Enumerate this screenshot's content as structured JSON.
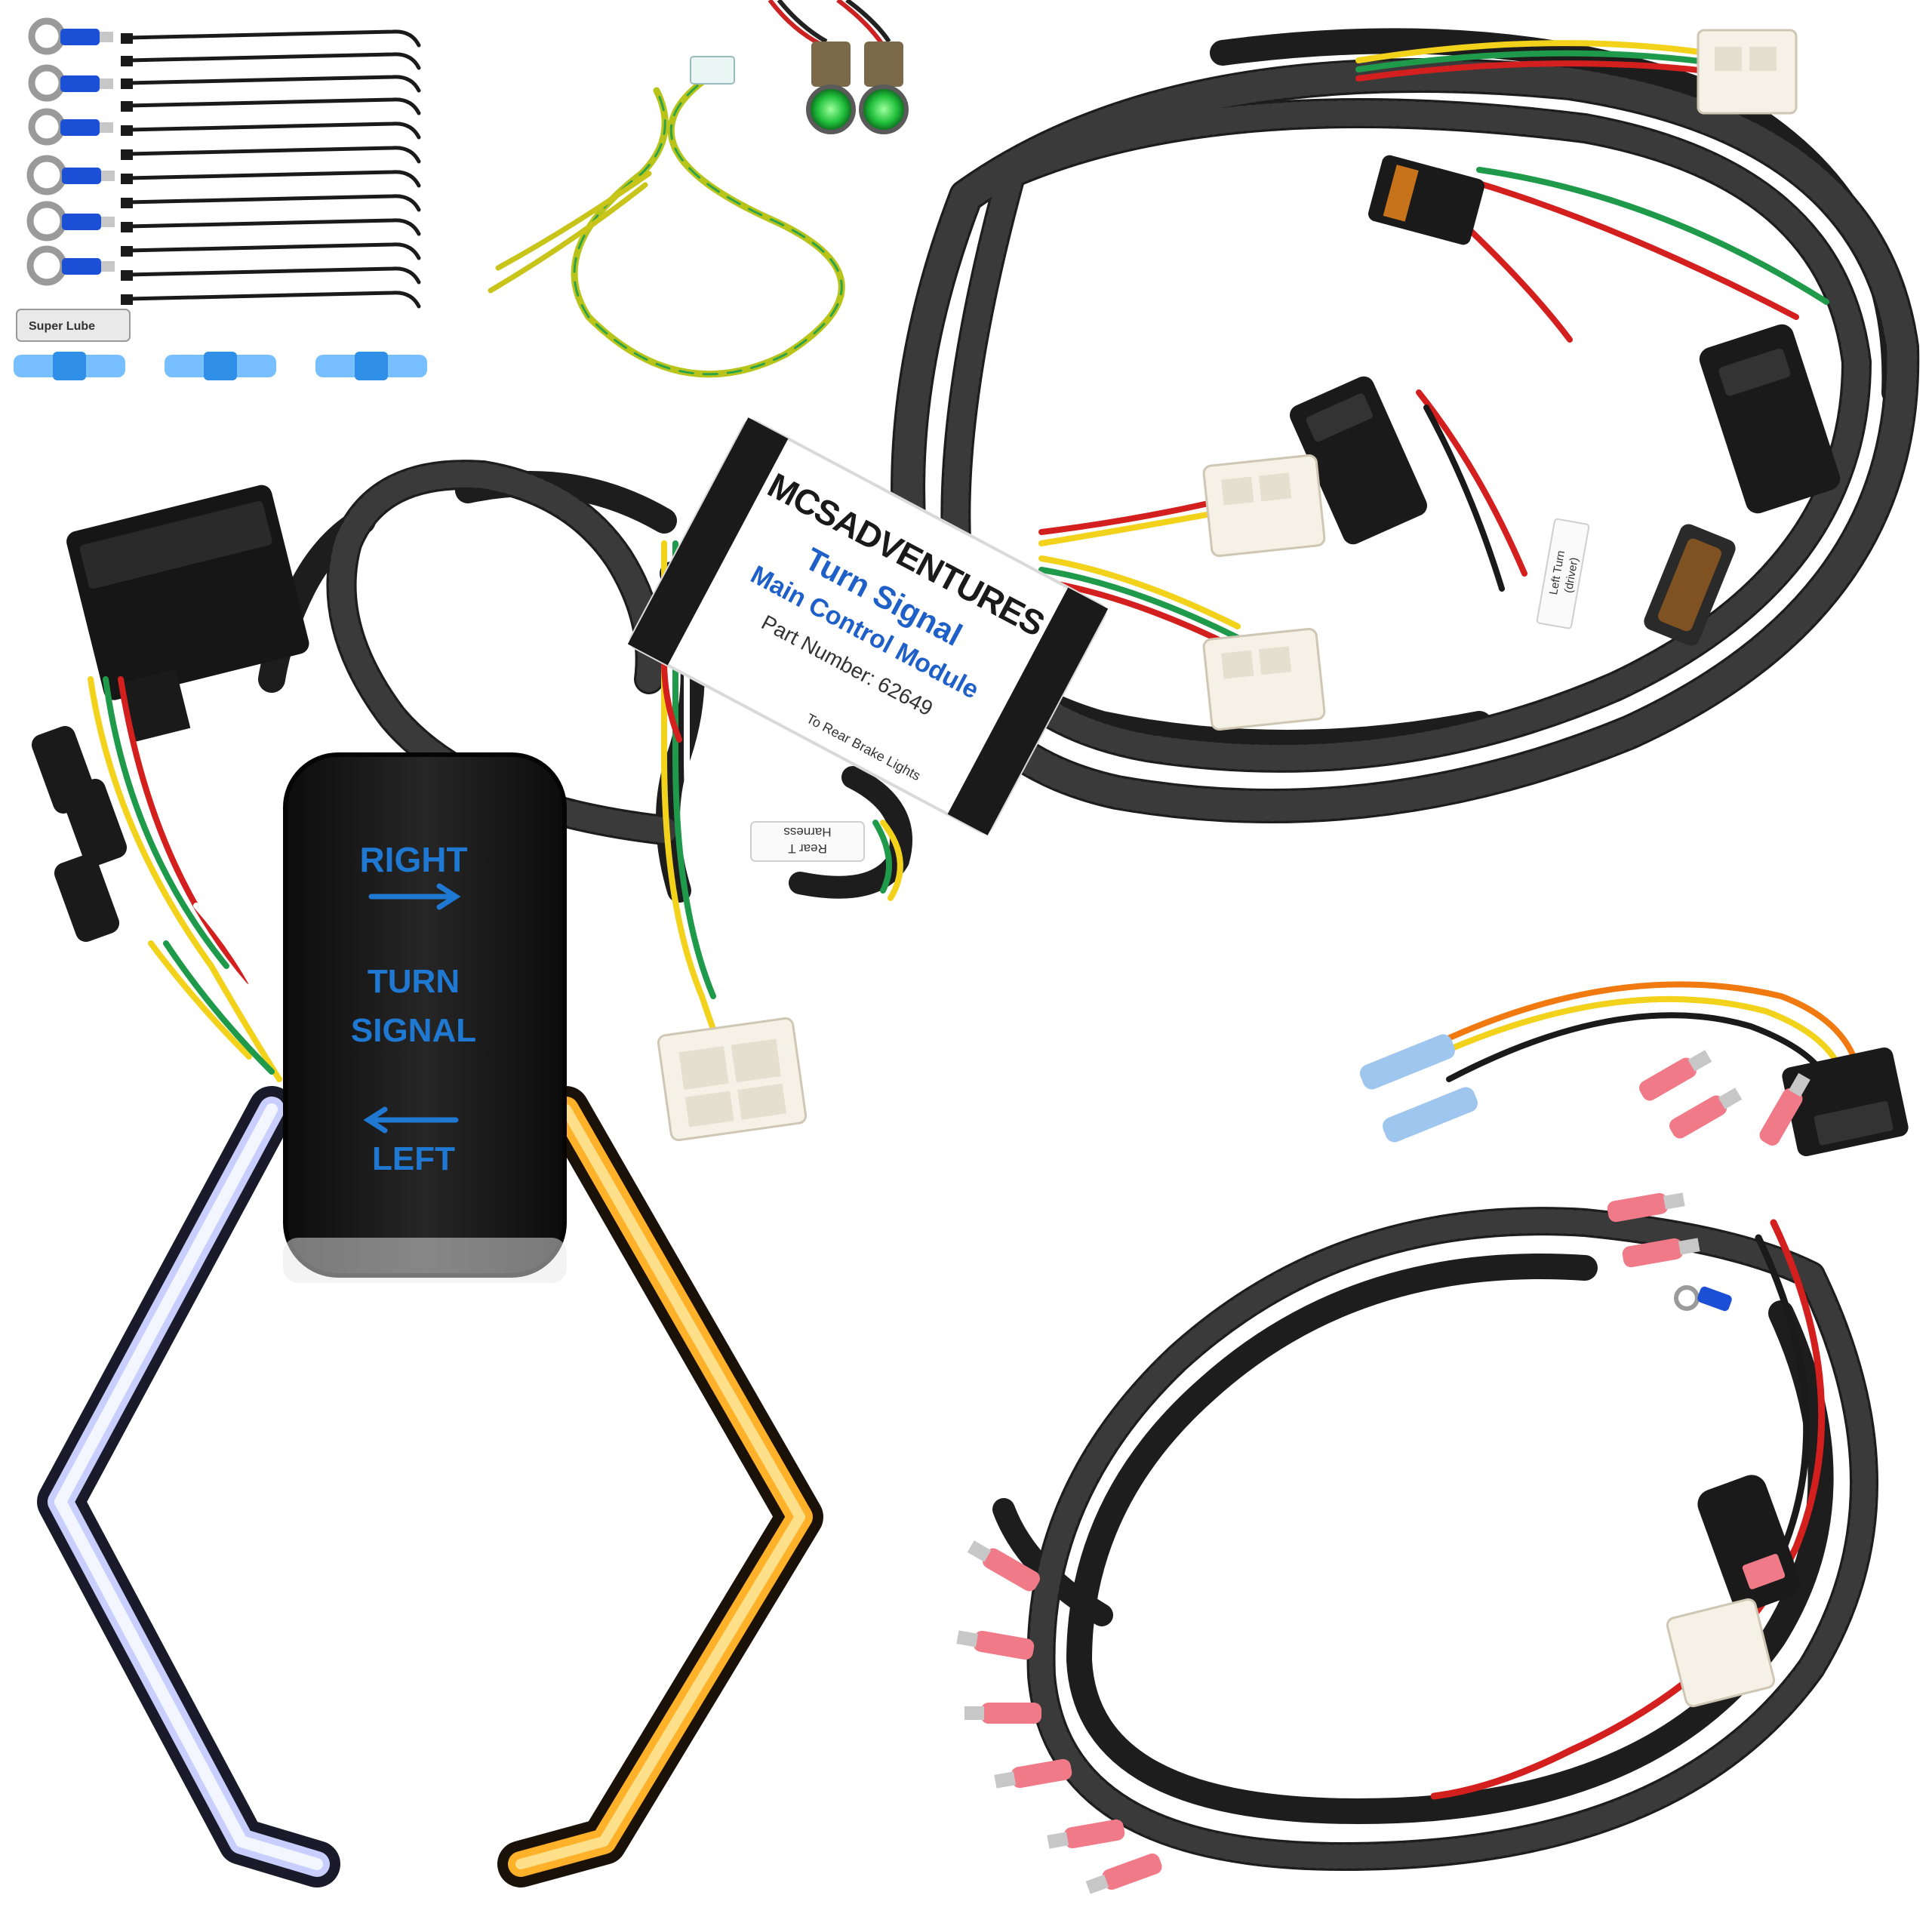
{
  "image": {
    "alt": "Turn signal kit: rocker switch, main control module, wiring harnesses, LED light strips and hardware"
  },
  "switch": {
    "right_label": "RIGHT",
    "turn_label": "TURN",
    "signal_label": "SIGNAL",
    "left_label": "LEFT",
    "legend_color": "#1f78d1"
  },
  "module": {
    "brand": "MCSADVENTURES",
    "title": "Turn Signal",
    "subtitle": "Main Control Module",
    "part_number": "Part Number: 62649",
    "side_label": "To Rear Brake Lights"
  },
  "harness_tags": {
    "rear": "Rear T",
    "rear_line2": "Harness",
    "left_turn": "Left Turn",
    "left_turn_line2": "(driver)"
  },
  "small_parts": {
    "lube_label": "Super Lube"
  },
  "colors": {
    "loom": "#1d1d1d",
    "white_led": "#f4f6ff",
    "amber_led": "#ffb12a",
    "blue_terminal": "#1b4fd6",
    "pink_terminal": "#f07a88",
    "wire_red": "#d41f1f",
    "wire_yellow": "#f2d21a",
    "wire_green": "#1f9a4a",
    "wire_orange": "#f07a10"
  }
}
